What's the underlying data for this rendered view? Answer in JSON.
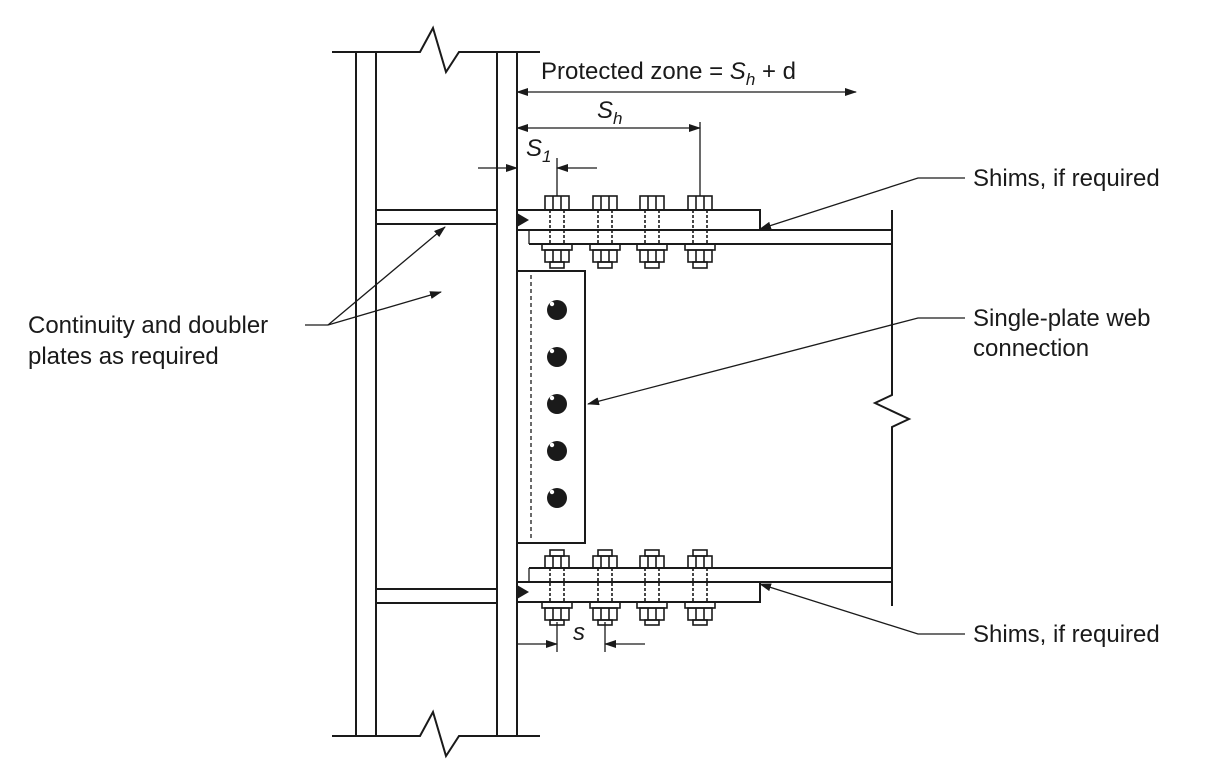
{
  "diagram": {
    "labels": {
      "protected_zone_prefix": "Protected zone = ",
      "protected_zone_S": "S",
      "protected_zone_h": "h",
      "protected_zone_suffix": " + d",
      "sh_S": "S",
      "sh_h": "h",
      "s1_S": "S",
      "s1_1": "1",
      "s_small": "s",
      "shims_top": "Shims, if required",
      "shims_bottom": "Shims, if required",
      "single_plate_line1": "Single-plate web",
      "single_plate_line2": "connection",
      "continuity_line1": "Continuity and doubler",
      "continuity_line2": "plates as required"
    }
  }
}
